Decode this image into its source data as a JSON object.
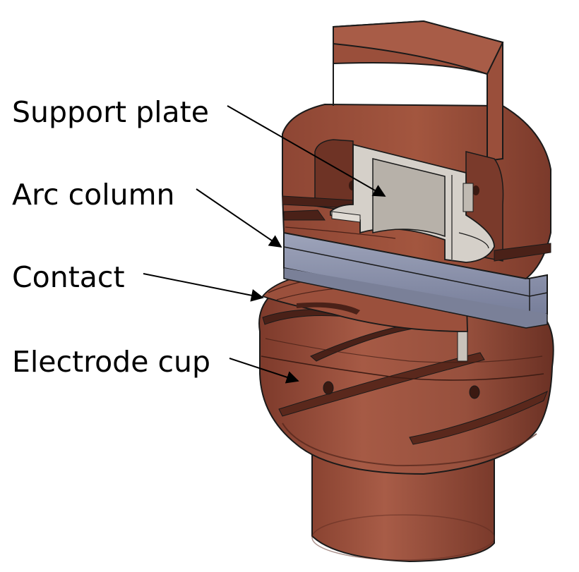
{
  "labels": {
    "support_plate": "Support plate",
    "arc_column": "Arc column",
    "contact": "Contact",
    "electrode_cup": "Electrode cup"
  },
  "colors": {
    "copper_light": "#a85a45",
    "copper_mid": "#934a38",
    "copper_dark": "#6f3426",
    "arc_blue": "#8e95ad",
    "arc_blue_dark": "#6b7290",
    "steel": "#d7d2cb",
    "steel_dark": "#a9a39b",
    "outline": "#1a1a1a"
  }
}
